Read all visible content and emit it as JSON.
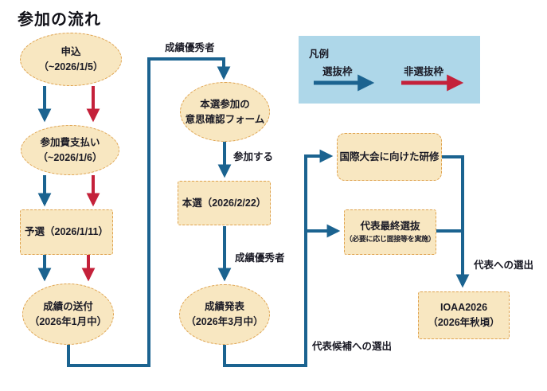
{
  "title": "参加の流れ",
  "legend": {
    "title": "凡例",
    "items": [
      {
        "label": "選抜枠",
        "color": "#1b6390"
      },
      {
        "label": "非選抜枠",
        "color": "#c4213a"
      }
    ]
  },
  "nodes": {
    "apply": {
      "line1": "申込",
      "line2": "（~2026/1/5）"
    },
    "payment": {
      "line1": "参加費支払い",
      "line2": "（~2026/1/6）"
    },
    "qualifier": {
      "line1": "予選（2026/1/11）"
    },
    "score_send": {
      "line1": "成績の送付",
      "line2": "（2026年1月中）"
    },
    "intent_form": {
      "line1": "本選参加の",
      "line2": "意思確認フォーム"
    },
    "final_round": {
      "line1": "本選（2026/2/22）"
    },
    "score_announce": {
      "line1": "成績発表",
      "line2": "（2026年3月中）"
    },
    "training": {
      "line1": "国際大会に向けた研修"
    },
    "final_selection": {
      "line1": "代表最終選抜",
      "line2": "（必要に応じ面接等を実施）"
    },
    "ioaa": {
      "line1": "IOAA2026",
      "line2": "（2026年秋頃）"
    }
  },
  "edge_labels": {
    "top_performers_1": "成績優秀者",
    "participate": "参加する",
    "top_performers_2": "成績優秀者",
    "candidate_selection": "代表候補への選出",
    "rep_selection": "代表への選出"
  },
  "colors": {
    "selected_path": "#1b6390",
    "non_selected_path": "#c4213a",
    "node_fill": "#f8e7c1",
    "node_border": "#dfa24e",
    "legend_bg": "#aed7e9"
  }
}
